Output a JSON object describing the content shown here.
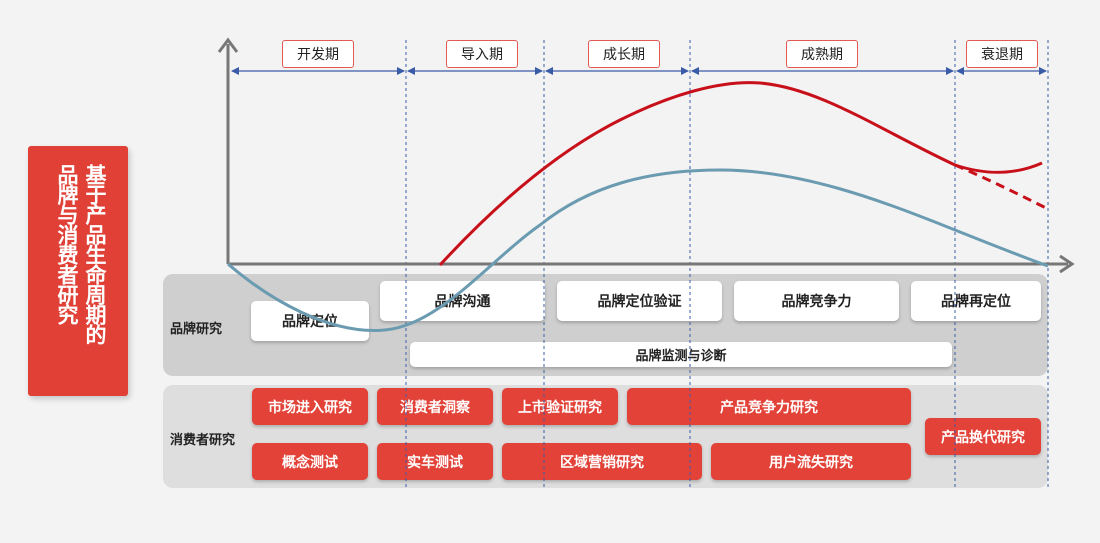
{
  "title": {
    "line1": "基于产品生命周期的",
    "line2": "品牌与消费者研究"
  },
  "stages": [
    "开发期",
    "导入期",
    "成长期",
    "成熟期",
    "衰退期"
  ],
  "rows": {
    "brand": {
      "label": "品牌研究",
      "items": [
        "品牌定位",
        "品牌沟通",
        "品牌定位验证",
        "品牌竞争力",
        "品牌再定位"
      ],
      "monitor": "品牌监测与诊断"
    },
    "consumer": {
      "label": "消费者研究",
      "top": [
        "市场进入研究",
        "消费者洞察",
        "上市验证研究",
        "产品竞争力研究"
      ],
      "bottom": [
        "概念测试",
        "实车测试",
        "区域营销研究",
        "用户流失研究"
      ],
      "side": "产品换代研究"
    }
  },
  "colors": {
    "accent_red": "#e04036",
    "curve_red": "#c8101a",
    "curve_blue": "#6b9bb1",
    "axis": "#777777",
    "divider": "#3a5ca8"
  }
}
